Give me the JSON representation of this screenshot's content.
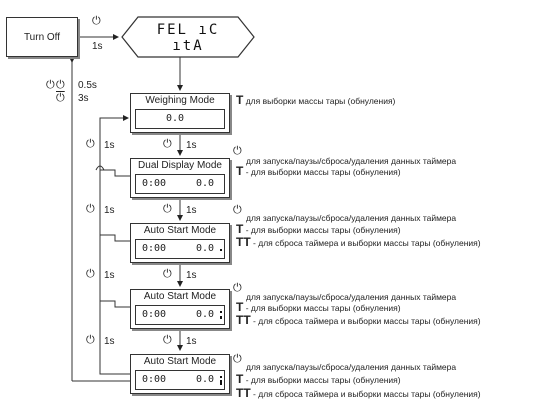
{
  "turn_off": "Turn Off",
  "welcome_display": "FEL ıC ıtA",
  "power_symbol": "⏻",
  "hold_1s": "1s",
  "hold_05s": "0.5s",
  "hold_3s": "3s",
  "modes": [
    {
      "title": "Weighing Mode",
      "display_left": "",
      "display_right": "0.0"
    },
    {
      "title": "Dual Display Mode",
      "display_left": "0:00",
      "display_right": "0.0"
    },
    {
      "title": "Auto Start Mode",
      "display_left": "0:00",
      "display_right": "0.0"
    },
    {
      "title": "Auto Start Mode",
      "display_left": "0:00",
      "display_right": "0.0"
    },
    {
      "title": "Auto Start Mode",
      "display_left": "0:00",
      "display_right": "0.0"
    }
  ],
  "key_t": "T",
  "key_tt": "TT",
  "text_tare_only": "для выборки массы тары (обнуления)",
  "text_timer": "для запуска/паузы/сброса/удаления данных таймера",
  "text_tare": "- для выборки массы тары (обнуления)",
  "text_timer_tare": "- для сброса таймера и выборки массы тары (обнуления)"
}
